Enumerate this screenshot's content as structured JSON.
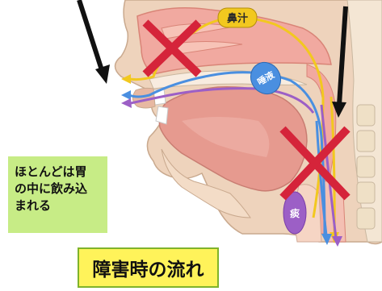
{
  "labels": {
    "nasal_discharge": "鼻汁",
    "saliva": "唾液",
    "phlegm": "痰",
    "note": [
      "ほとんどは胃",
      "の中に飲み込",
      "まれる"
    ],
    "title": "障害時の流れ"
  },
  "colors": {
    "nasal_arrow": "#f2c81f",
    "saliva_arrow": "#4a8fe0",
    "return_arrow": "#9c5fc6",
    "cross": "#d5243a",
    "note_bg": "#c7ec86",
    "title_bg": "#fff35a",
    "title_border": "#7fb32b"
  },
  "icons": [
    "cross-mark-icon",
    "black-arrow-icon"
  ]
}
